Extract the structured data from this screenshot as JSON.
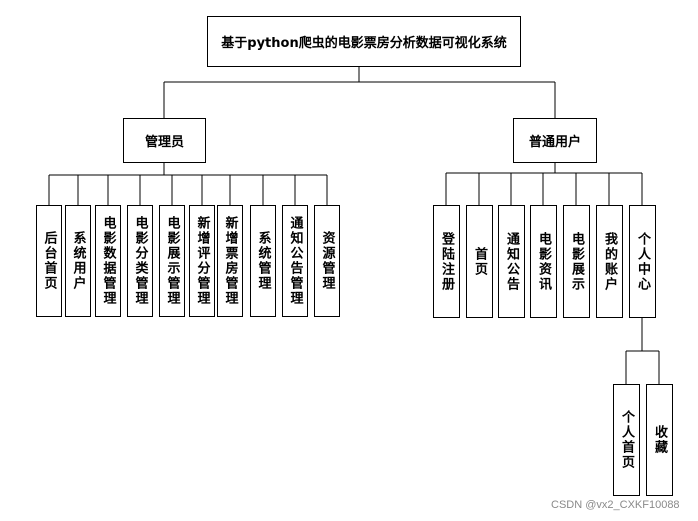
{
  "root": "基于python爬虫的电影票房分析数据可视化系统",
  "admin": {
    "label": "管理员",
    "modules": [
      "后台首页",
      "系统用户",
      "电影数据管理",
      "电影分类管理",
      "电影展示管理",
      "新增评分管理",
      "新增票房管理",
      "系统管理",
      "通知公告管理",
      "资源管理"
    ]
  },
  "user": {
    "label": "普通用户",
    "modules": [
      "登陆注册",
      "首页",
      "通知公告",
      "电影资讯",
      "电影展示",
      "我的账户",
      "个人中心"
    ],
    "center_children": [
      "个人首页",
      "收藏"
    ]
  },
  "watermark": "CSDN @vx2_CXKF10088"
}
